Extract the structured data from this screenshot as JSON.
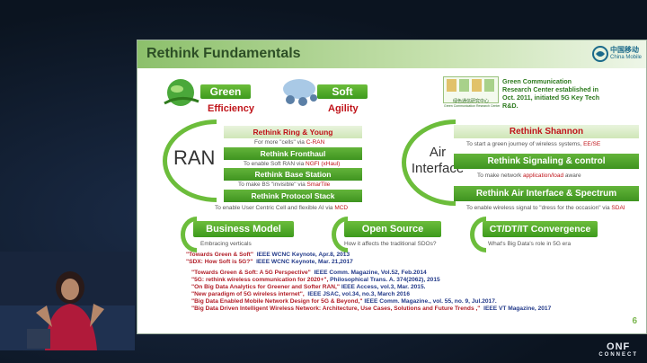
{
  "slide": {
    "title": "Rethink Fundamentals",
    "logo": {
      "cn": "中国移动",
      "en": "China Mobile"
    },
    "page_number": "6"
  },
  "top": {
    "green_label": "Green",
    "efficiency_label": "Efficiency",
    "soft_label": "Soft",
    "agility_label": "Agility",
    "gcrc_text": "Green Communication Research Center established in Oct. 2011, initiated 5G Key Tech R&D.",
    "gcrc_logo_cn": "绿色通信研究中心",
    "gcrc_logo_en": "Green Communication Research Center"
  },
  "ran": {
    "label": "RAN",
    "rows": [
      {
        "title": "Rethink Ring & Young",
        "note_pre": "For more \"cells\" via ",
        "note_hl": "C-RAN"
      },
      {
        "title": "Rethink Fronthaul",
        "note_pre": "To enable Soft RAN via ",
        "note_hl": "NGFI (xHaul)"
      },
      {
        "title": "Rethink Base Station",
        "note_pre": "To make BS \"invisible\" via ",
        "note_hl": "SmarTile"
      },
      {
        "title": "Rethink Protocol Stack",
        "note_pre": "To enable User Centric Cell and flexible AI via ",
        "note_hl": "MCD"
      }
    ]
  },
  "air": {
    "label_line1": "Air",
    "label_line2": "Interface",
    "rows": [
      {
        "title": "Rethink Shannon",
        "note_pre": "To start a green journey of wireless systems, ",
        "note_hl": "EE/SE"
      },
      {
        "title": "Rethink Signaling & control",
        "note_pre": "To make network ",
        "note_hl": "application/load",
        "note_post": " aware"
      },
      {
        "title": "Rethink Air Interface & Spectrum",
        "note_pre": "To enable wireless signal to \"dress for the occasion\" via ",
        "note_hl": "SDAI"
      }
    ]
  },
  "bottom": {
    "business": {
      "title": "Business Model",
      "note": "Embracing verticals"
    },
    "opensource": {
      "title": "Open Source",
      "note": "How it affects the traditional SDOs?"
    },
    "ctdt": {
      "title": "CT/DT/IT Convergence",
      "note": "What's Big Data's role in 5G era"
    }
  },
  "references": [
    {
      "t": "\"Towards Green & Soft\"",
      "j": "IEEE WCNC Keynote, Apr.8, 2013"
    },
    {
      "t": "\"SDX: How Soft is 5G?\"",
      "j": "IEEE WCNC Keynote, Mar. 21,2017"
    },
    {
      "t": "\"Towards Green & Soft: A 5G Perspective\"",
      "j": "IEEE Comm. Magazine, Vol.52, Feb.2014"
    },
    {
      "t": "\"5G: rethink wireless communication for 2020+\",",
      "j": "Philosophical Trans. A. 374(2062), 2015"
    },
    {
      "t": "\"On Big Data Analytics for Greener and Softer RAN,\"",
      "j": "IEEE Access, vol.3, Mar. 2015."
    },
    {
      "t": "\"New paradigm of 5G wireless internet\",",
      "j": "IEEE JSAC, vol.34, no.3, March 2016"
    },
    {
      "t": "\"Big Data Enabled Mobile Network Design for 5G & Beyond,\"",
      "j": "IEEE Comm. Magazine., vol. 55, no. 9, Jul.2017."
    },
    {
      "t": "\"Big Data Driven Intelligent Wireless Network: Architecture, Use Cases, Solutions and Future Trends ,\"",
      "j": "IEEE VT Magazine, 2017"
    }
  ],
  "event": {
    "logo_line1": "ONF",
    "logo_line2": "CONNECT"
  }
}
